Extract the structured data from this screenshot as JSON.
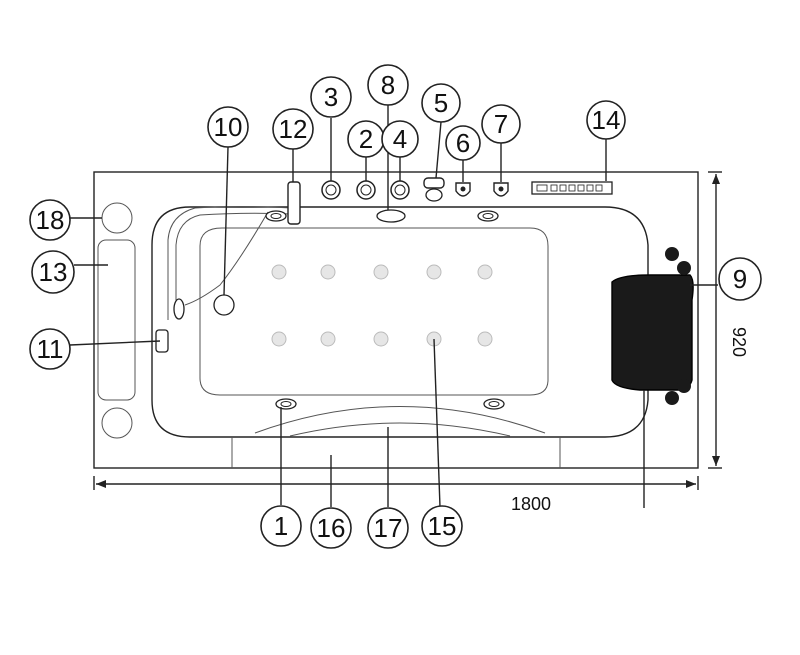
{
  "callouts": {
    "c1": "1",
    "c2": "2",
    "c3": "3",
    "c4": "4",
    "c5": "5",
    "c6": "6",
    "c7": "7",
    "c8": "8",
    "c9": "9",
    "c10": "10",
    "c11": "11",
    "c12": "12",
    "c13": "13",
    "c14": "14",
    "c15": "15",
    "c16": "16",
    "c17": "17",
    "c18": "18"
  },
  "dimensions": {
    "length": "1800",
    "width": "920"
  }
}
